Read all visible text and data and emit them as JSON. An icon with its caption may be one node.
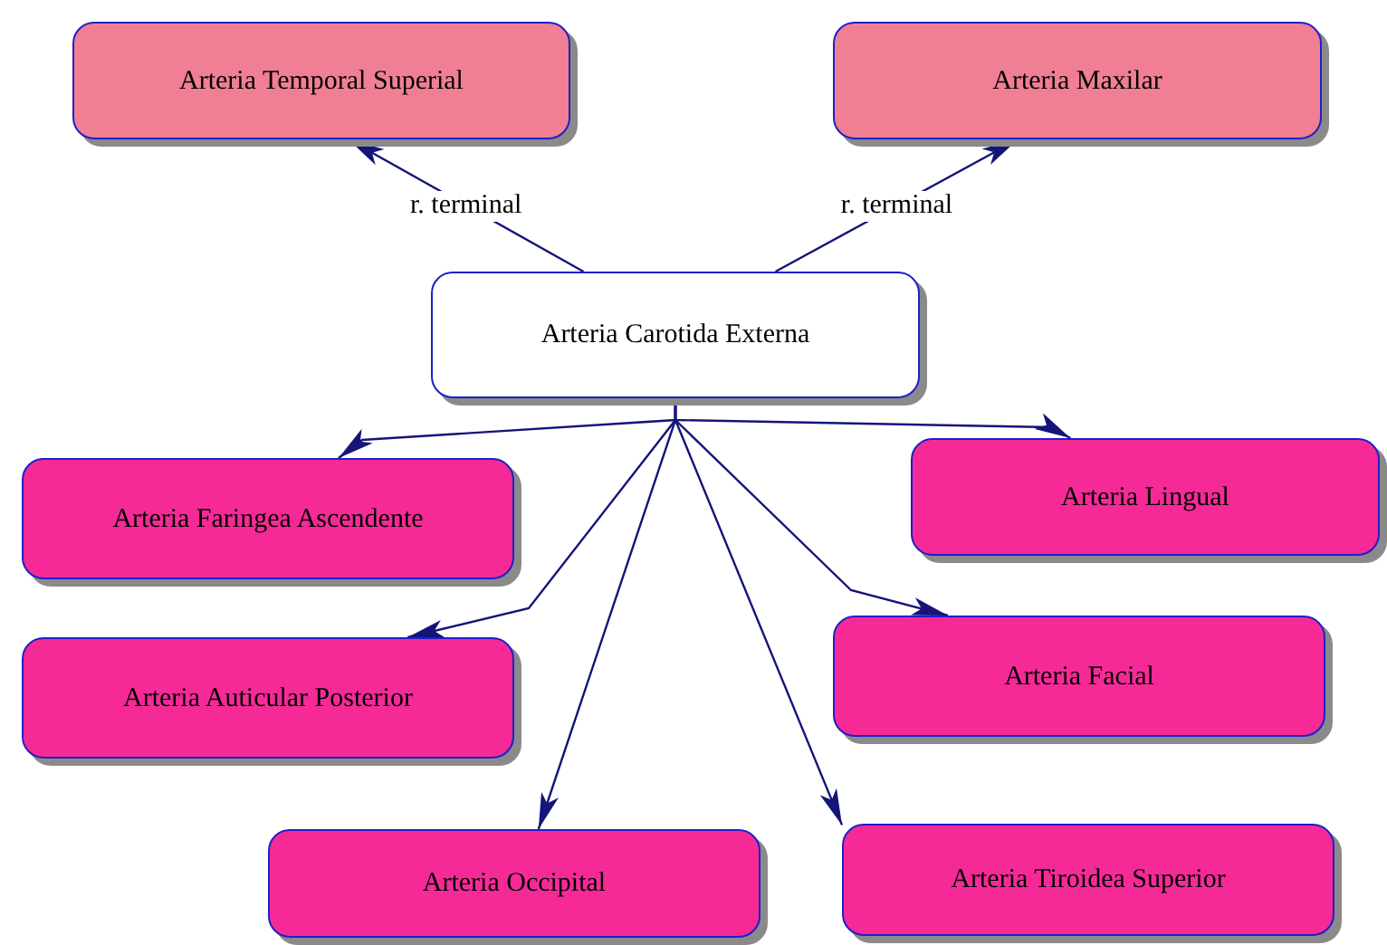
{
  "diagram": {
    "nodes": [
      {
        "text": [
          "Arteria Temporal Superial"
        ]
      },
      {
        "text": [
          "Arteria Maxilar"
        ]
      },
      {
        "text": [
          "Arteria Carotida Externa"
        ]
      },
      {
        "text": [
          "Arteria Faringea Ascendente"
        ]
      },
      {
        "text": [
          "Arteria Lingual"
        ]
      },
      {
        "text": [
          "Arteria Auticular Posterior"
        ]
      },
      {
        "text": [
          "Arteria Facial"
        ]
      },
      {
        "text": [
          "Arteria Occipital"
        ]
      },
      {
        "text": [
          "Arteria Tiroidea Superior"
        ]
      }
    ],
    "edges": [
      {
        "from": 2,
        "to": 0,
        "arrow": "to",
        "label": "r. terminal"
      },
      {
        "from": 2,
        "to": 1,
        "arrow": "to",
        "label": "r. terminal"
      },
      {
        "from": 2,
        "to": 3,
        "arrow": "to"
      },
      {
        "from": 2,
        "to": 4,
        "arrow": "to"
      },
      {
        "from": 2,
        "to": 5,
        "arrow": "to"
      },
      {
        "from": 2,
        "to": 6,
        "arrow": "to"
      },
      {
        "from": 2,
        "to": 7,
        "arrow": "to"
      },
      {
        "from": 2,
        "to": 8,
        "arrow": "to"
      }
    ]
  }
}
